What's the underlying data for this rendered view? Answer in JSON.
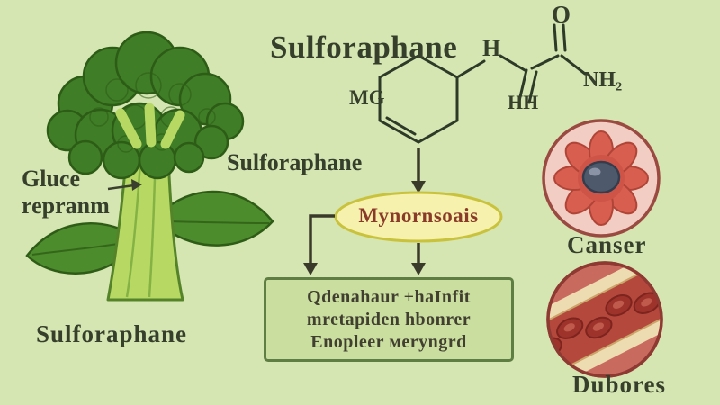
{
  "title": "Sulforaphane",
  "broccoli": {
    "pointer_label_line1": "Gluce",
    "pointer_label_line2": "repranm",
    "caption": "Sulforaphane"
  },
  "molecule": {
    "mg": "MG",
    "h": "H",
    "hh": "HH",
    "o": "O",
    "nh2": "NH₂",
    "label": "Sulforaphane"
  },
  "flowchart": {
    "oval_text": "Mynornsoais",
    "box_line1": "Qdenahaur +haInfit",
    "box_line2": "mretapiden hbonrer",
    "box_line3": "Enopleer мeryngrd"
  },
  "right_panel": {
    "cancer_label": "Canser",
    "vessel_label": "Dubores"
  },
  "colors": {
    "background": "#d6e6b2",
    "text": "#353f2b",
    "oval_fill": "#f6f1ac",
    "oval_text_color": "#8a3a28",
    "box_fill": "#c9de9f",
    "broccoli_crown": "#3f7d26",
    "broccoli_stalk": "#b7d964",
    "cancer_cell": "#d85e50",
    "vessel_fill": "#c96a5e"
  }
}
